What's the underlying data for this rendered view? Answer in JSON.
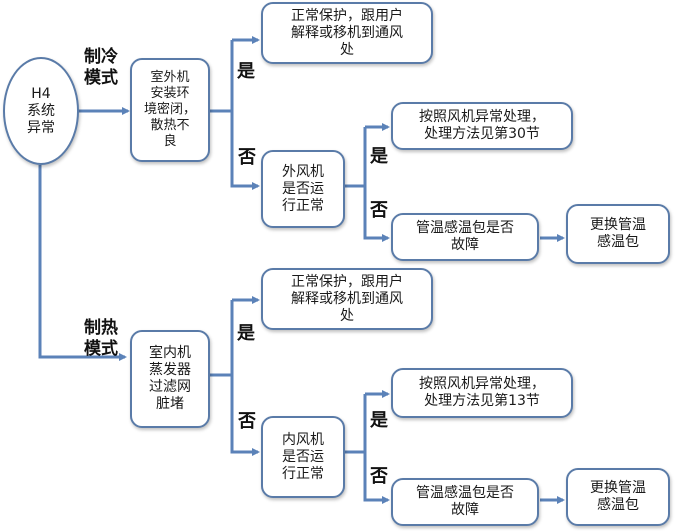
{
  "root": "H4\n系统\n异常",
  "cooling": {
    "mode_label": "制冷\n模式",
    "cause": "室外机\n安装环\n境密闭，\n散热不\n良",
    "yes_label": "是",
    "no_label": "否",
    "normal_protection": "正常保护，跟用户\n解释或移机到通风\n处",
    "fan_question": "外风机\n是否运\n行正常",
    "fan_yes_label": "是",
    "fan_no_label": "否",
    "fan_fault_handling": "按照风机异常处理，\n处理方法见第30节",
    "sensor_question": "管温感温包是否\n故障",
    "replace_sensor": "更换管温\n感温包"
  },
  "heating": {
    "mode_label": "制热\n模式",
    "cause": "室内机\n蒸发器\n过滤网\n脏堵",
    "yes_label": "是",
    "no_label": "否",
    "normal_protection": "正常保护，跟用户\n解释或移机到通风\n处",
    "fan_question": "内风机\n是否运\n行正常",
    "fan_yes_label": "是",
    "fan_no_label": "否",
    "fan_fault_handling": "按照风机异常处理，\n处理方法见第13节",
    "sensor_question": "管温感温包是否\n故障",
    "replace_sensor": "更换管温\n感温包"
  },
  "colors": {
    "node_border": "#5a7ba8",
    "arrow": "#5b82b8"
  }
}
